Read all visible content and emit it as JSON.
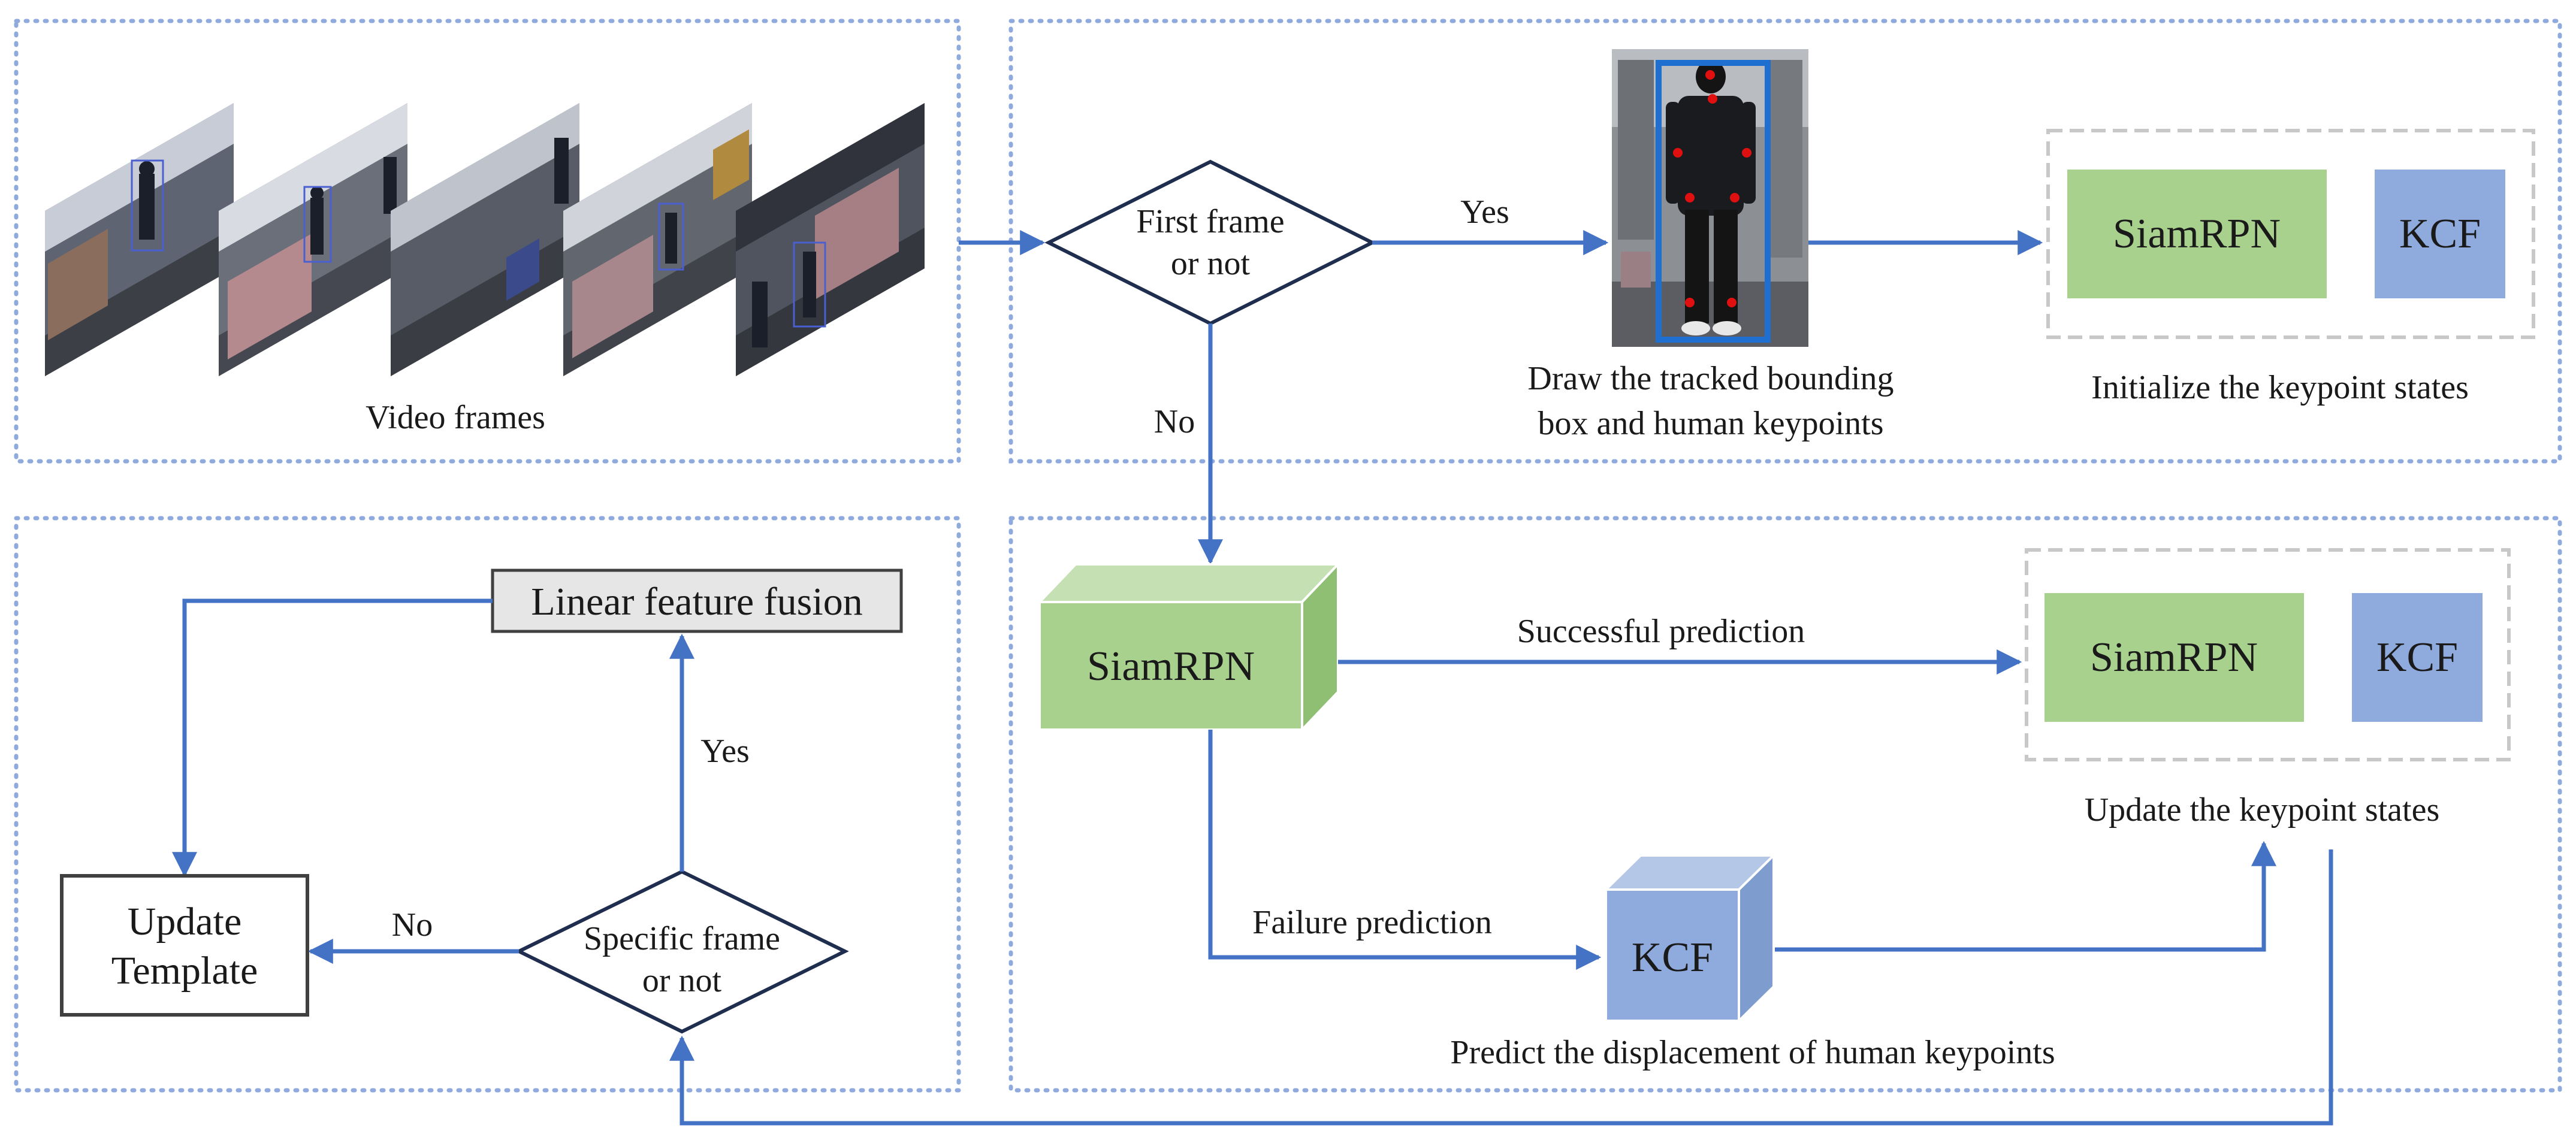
{
  "colors": {
    "arrow": "#4472c4",
    "panel_border": "#8faadc",
    "siamrpn_fill": "#a9d18e",
    "kcf_fill": "#8faadc",
    "diamond_stroke": "#1f2d4f",
    "fusion_fill": "#e6e6e6",
    "template_stroke": "#404040",
    "dashed_group": "#c8c8c8"
  },
  "panels": {
    "video": {
      "caption": "Video frames",
      "frame_count": 5
    },
    "init": {
      "decision": {
        "line1": "First frame",
        "line2": "or not"
      },
      "yes_label": "Yes",
      "no_label": "No",
      "person_caption_line1": "Draw the tracked bounding",
      "person_caption_line2": "box and human keypoints",
      "group": {
        "siamrpn": "SiamRPN",
        "kcf": "KCF"
      },
      "group_caption": "Initialize the keypoint states"
    },
    "track": {
      "siamrpn_box": "SiamRPN",
      "success_label": "Successful prediction",
      "failure_label": "Failure prediction",
      "kcf_box": "KCF",
      "kcf_caption": "Predict the displacement of human keypoints",
      "group": {
        "siamrpn": "SiamRPN",
        "kcf": "KCF"
      },
      "group_caption": "Update the keypoint states"
    },
    "template": {
      "fusion": "Linear feature fusion",
      "yes_label": "Yes",
      "no_label": "No",
      "decision": {
        "line1": "Specific frame",
        "line2": "or not"
      },
      "update_line1": "Update",
      "update_line2": "Template"
    }
  }
}
